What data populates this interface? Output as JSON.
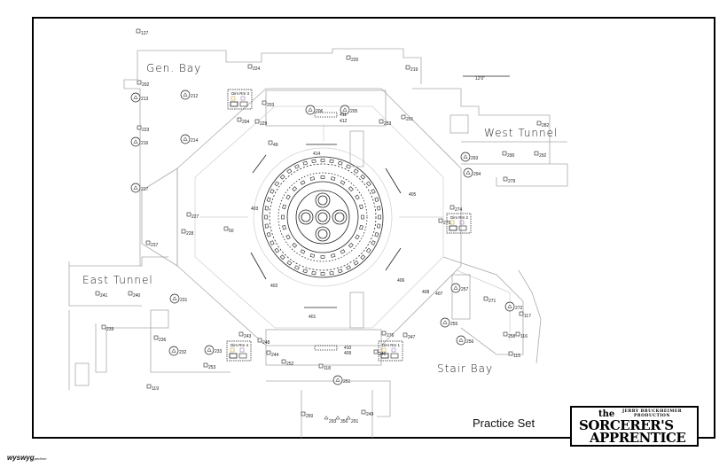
{
  "drawing": {
    "title": "Practice Set",
    "software_mark": "wyswyg",
    "software_sub": "perform",
    "dimension_label": "12'0\"",
    "logo": {
      "production": "JERRY BRUCKHEIMER PRODUCTION",
      "line_the": "the",
      "line1": "SORCERER'S",
      "line2": "APPRENTICE"
    }
  },
  "rooms": [
    "Gen. Bay",
    "West Tunnel",
    "East Tunnel",
    "Stair Bay"
  ],
  "dimmer_rooms": [
    "Dim Rm 3",
    "Dim Rm 2",
    "Dim Rm 4",
    "Dim Rm 1"
  ],
  "fixtures": [
    "224",
    "220",
    "219",
    "202",
    "213",
    "212",
    "223",
    "216",
    "214",
    "217",
    "203",
    "204",
    "229",
    "49",
    "206",
    "205",
    "411",
    "412",
    "253",
    "201",
    "282",
    "293",
    "290",
    "292",
    "294",
    "279",
    "274",
    "275",
    "405",
    "414",
    "403",
    "50",
    "228",
    "227",
    "237",
    "241",
    "240",
    "231",
    "239",
    "236",
    "232",
    "233",
    "253",
    "243",
    "248",
    "244",
    "252",
    "402",
    "401",
    "410",
    "409",
    "251",
    "118",
    "250",
    "293",
    "356",
    "291",
    "249",
    "276",
    "247",
    "246",
    "406",
    "407",
    "408",
    "257",
    "271",
    "272",
    "255",
    "256",
    "258",
    "117",
    "116",
    "115",
    "119",
    "127"
  ],
  "colors": {
    "line": "#aaaaaa",
    "ink": "#222222",
    "frame": "#000000"
  }
}
